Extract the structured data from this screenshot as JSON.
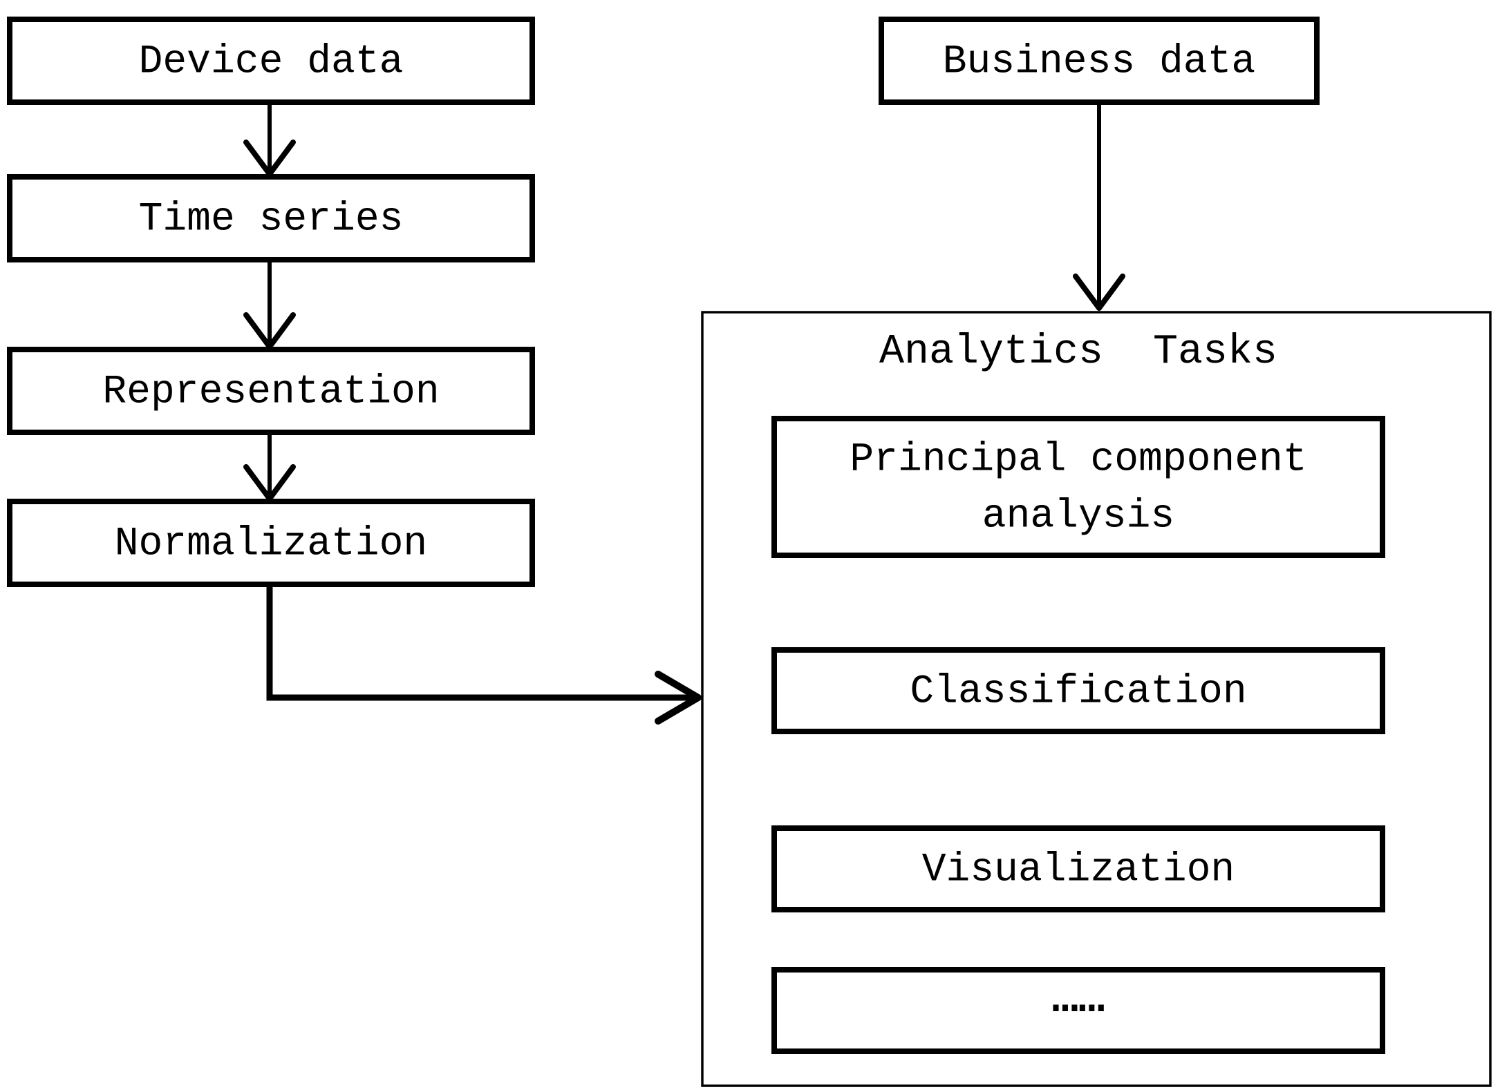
{
  "colors": {
    "ink": "#000000",
    "background": "#ffffff"
  },
  "pipeline": {
    "boxes": [
      {
        "label": "Device data"
      },
      {
        "label": "Time series"
      },
      {
        "label": "Representation"
      },
      {
        "label": "Normalization"
      }
    ]
  },
  "business": {
    "label": "Business data"
  },
  "analytics_tasks": {
    "title": "Analytics  Tasks",
    "items": [
      {
        "lines": [
          "Principal component",
          "analysis"
        ]
      },
      {
        "lines": [
          "Classification"
        ]
      },
      {
        "lines": [
          "Visualization"
        ]
      },
      {
        "lines": [
          "……"
        ]
      }
    ]
  }
}
